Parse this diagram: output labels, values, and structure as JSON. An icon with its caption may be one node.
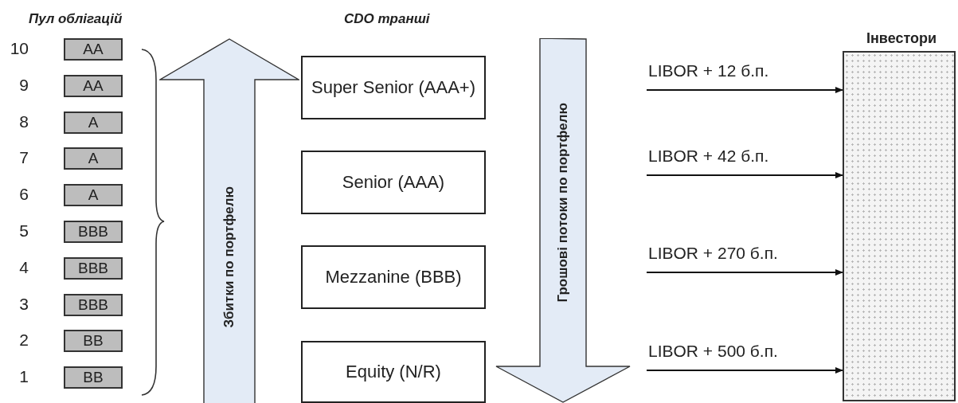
{
  "diagram": {
    "nodes": [
      {
        "text": [
          "AA"
        ],
        "beside": [
          "10"
        ]
      },
      {
        "text": [
          "AA"
        ],
        "beside": [
          "9"
        ]
      },
      {
        "text": [
          "A"
        ],
        "beside": [
          "8"
        ]
      },
      {
        "text": [
          "A"
        ],
        "beside": [
          "7"
        ]
      },
      {
        "text": [
          "A"
        ],
        "beside": [
          "6"
        ]
      },
      {
        "text": [
          "BBB"
        ],
        "beside": [
          "5"
        ]
      },
      {
        "text": [
          "BBB"
        ],
        "beside": [
          "4"
        ]
      },
      {
        "text": [
          "BBB"
        ],
        "beside": [
          "3"
        ]
      },
      {
        "text": [
          "BB"
        ],
        "beside": [
          "2"
        ]
      },
      {
        "text": [
          "BB"
        ],
        "beside": [
          "1"
        ]
      },
      {
        "text": [
          "Збитки по портфелю"
        ]
      },
      {
        "text": [
          "Super Senior (AAA+)"
        ]
      },
      {
        "text": [
          "Senior (AAA)"
        ]
      },
      {
        "text": [
          "Mezzanine (BBB)"
        ]
      },
      {
        "text": [
          "Equity (N/R)"
        ]
      },
      {
        "text": [
          "Грошові потоки по портфелю"
        ]
      },
      {
        "text": [
          "Інвестори"
        ]
      }
    ],
    "edges": [
      {
        "from": null,
        "to": 16,
        "arrow": "to",
        "label": "LIBOR + 12 б.п."
      },
      {
        "from": null,
        "to": 16,
        "arrow": "to",
        "label": "LIBOR + 42 б.п."
      },
      {
        "from": null,
        "to": 16,
        "arrow": "to",
        "label": "LIBOR + 270 б.п."
      },
      {
        "from": null,
        "to": 16,
        "arrow": "to",
        "label": "LIBOR + 500 б.п."
      }
    ],
    "labels": [
      "Пул облігацій",
      "CDO транші"
    ]
  }
}
